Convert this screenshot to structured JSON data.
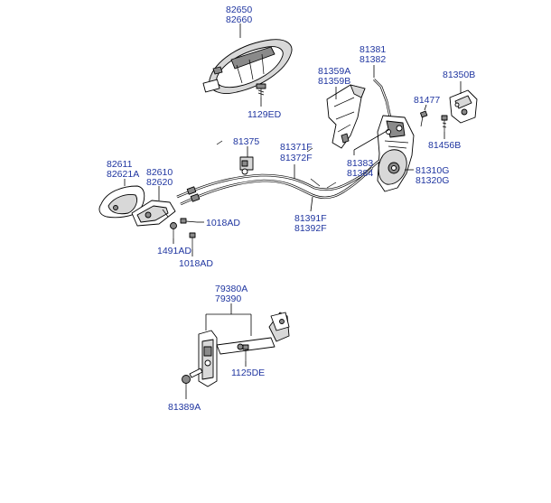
{
  "labels": {
    "l82650": "82650",
    "l82660": "82660",
    "l1129ED": "1129ED",
    "l81381": "81381",
    "l81382": "81382",
    "l81359A": "81359A",
    "l81359B": "81359B",
    "l81350B": "81350B",
    "l81477": "81477",
    "l81456B": "81456B",
    "l81375": "81375",
    "l81371F": "81371F",
    "l81372F": "81372F",
    "l81383": "81383",
    "l81384": "81384",
    "l81310G": "81310G",
    "l81320G": "81320G",
    "l82611": "82611",
    "l82621A": "82621A",
    "l82610": "82610",
    "l82620": "82620",
    "l1018AD_a": "1018AD",
    "l1491AD": "1491AD",
    "l1018AD_b": "1018AD",
    "l81391F": "81391F",
    "l81392F": "81392F",
    "l79380A": "79380A",
    "l79390": "79390",
    "l1125DE": "1125DE",
    "l81389A": "81389A"
  },
  "colors": {
    "label": "#1f35a0",
    "line": "#000000",
    "background": "#ffffff"
  }
}
